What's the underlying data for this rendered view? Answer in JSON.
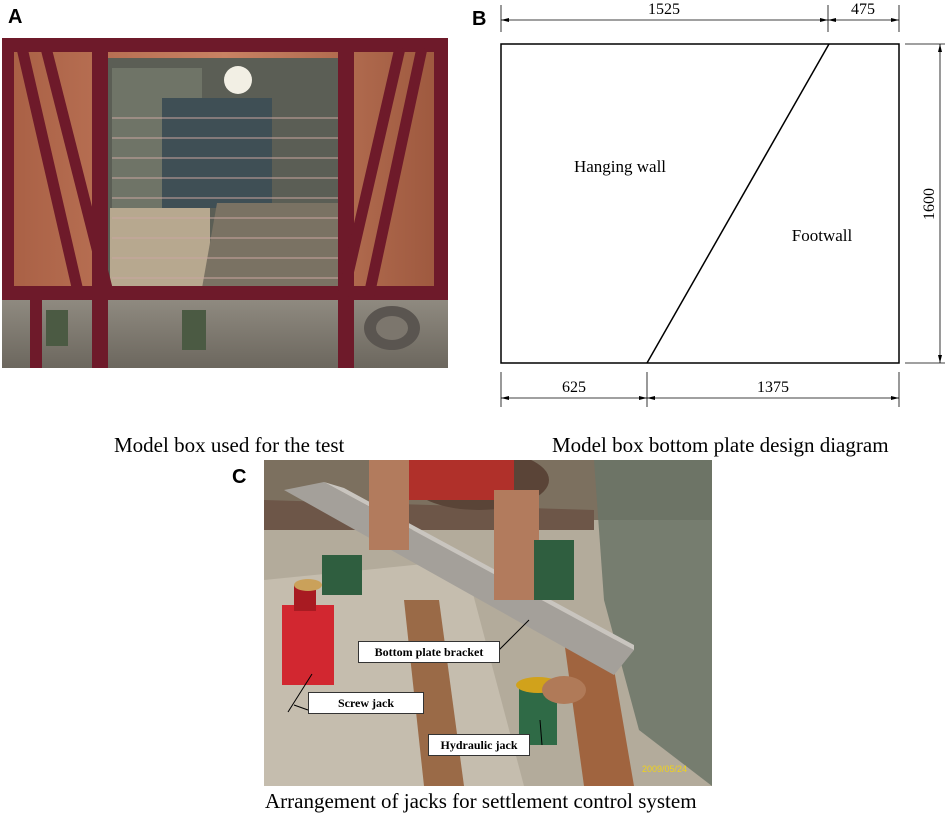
{
  "panels": {
    "a": {
      "letter": "A",
      "caption": "Model box used for the test"
    },
    "b": {
      "letter": "B",
      "caption": "Model box bottom plate design diagram",
      "dims": {
        "top_left": "1525",
        "top_right": "475",
        "right": "1600",
        "bottom_left": "625",
        "bottom_right": "1375"
      },
      "regions": {
        "left": "Hanging wall",
        "right": "Footwall"
      }
    },
    "c": {
      "letter": "C",
      "caption": "Arrangement of jacks for settlement control system",
      "callouts": {
        "bracket": "Bottom plate bracket",
        "screw": "Screw jack",
        "hydraulic": "Hydraulic jack"
      }
    }
  }
}
